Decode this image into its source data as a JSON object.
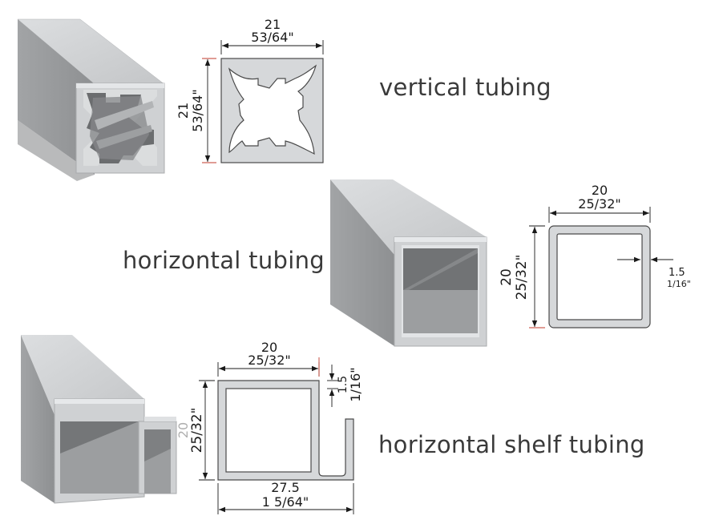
{
  "labels": {
    "vertical": "vertical tubing",
    "horizontal": "horizontal tubing",
    "shelf": "horizontal shelf tubing"
  },
  "vertical_profile": {
    "width_mm": "21",
    "width_in": "53/64\"",
    "height_mm": "21",
    "height_in": "53/64\""
  },
  "horizontal_profile": {
    "width_mm": "20",
    "width_in": "25/32\"",
    "height_mm": "20",
    "height_in": "25/32\"",
    "wall_mm": "1.5",
    "wall_in": "1/16\""
  },
  "shelf_profile": {
    "width_mm": "20",
    "width_in": "25/32\"",
    "height_mm": "20",
    "height_in": "25/32\"",
    "wall_mm": "1.5",
    "wall_in": "1/16\"",
    "total_width_mm": "27.5",
    "total_width_in": "1 5/64\""
  },
  "colors": {
    "metal_light": "#d4d6d8",
    "metal_mid": "#b8babc",
    "metal_dark": "#8a8c8e",
    "metal_shadow": "#6e7072",
    "dimension_line": "#1a1a1a",
    "accent_mark": "#c0392b"
  }
}
